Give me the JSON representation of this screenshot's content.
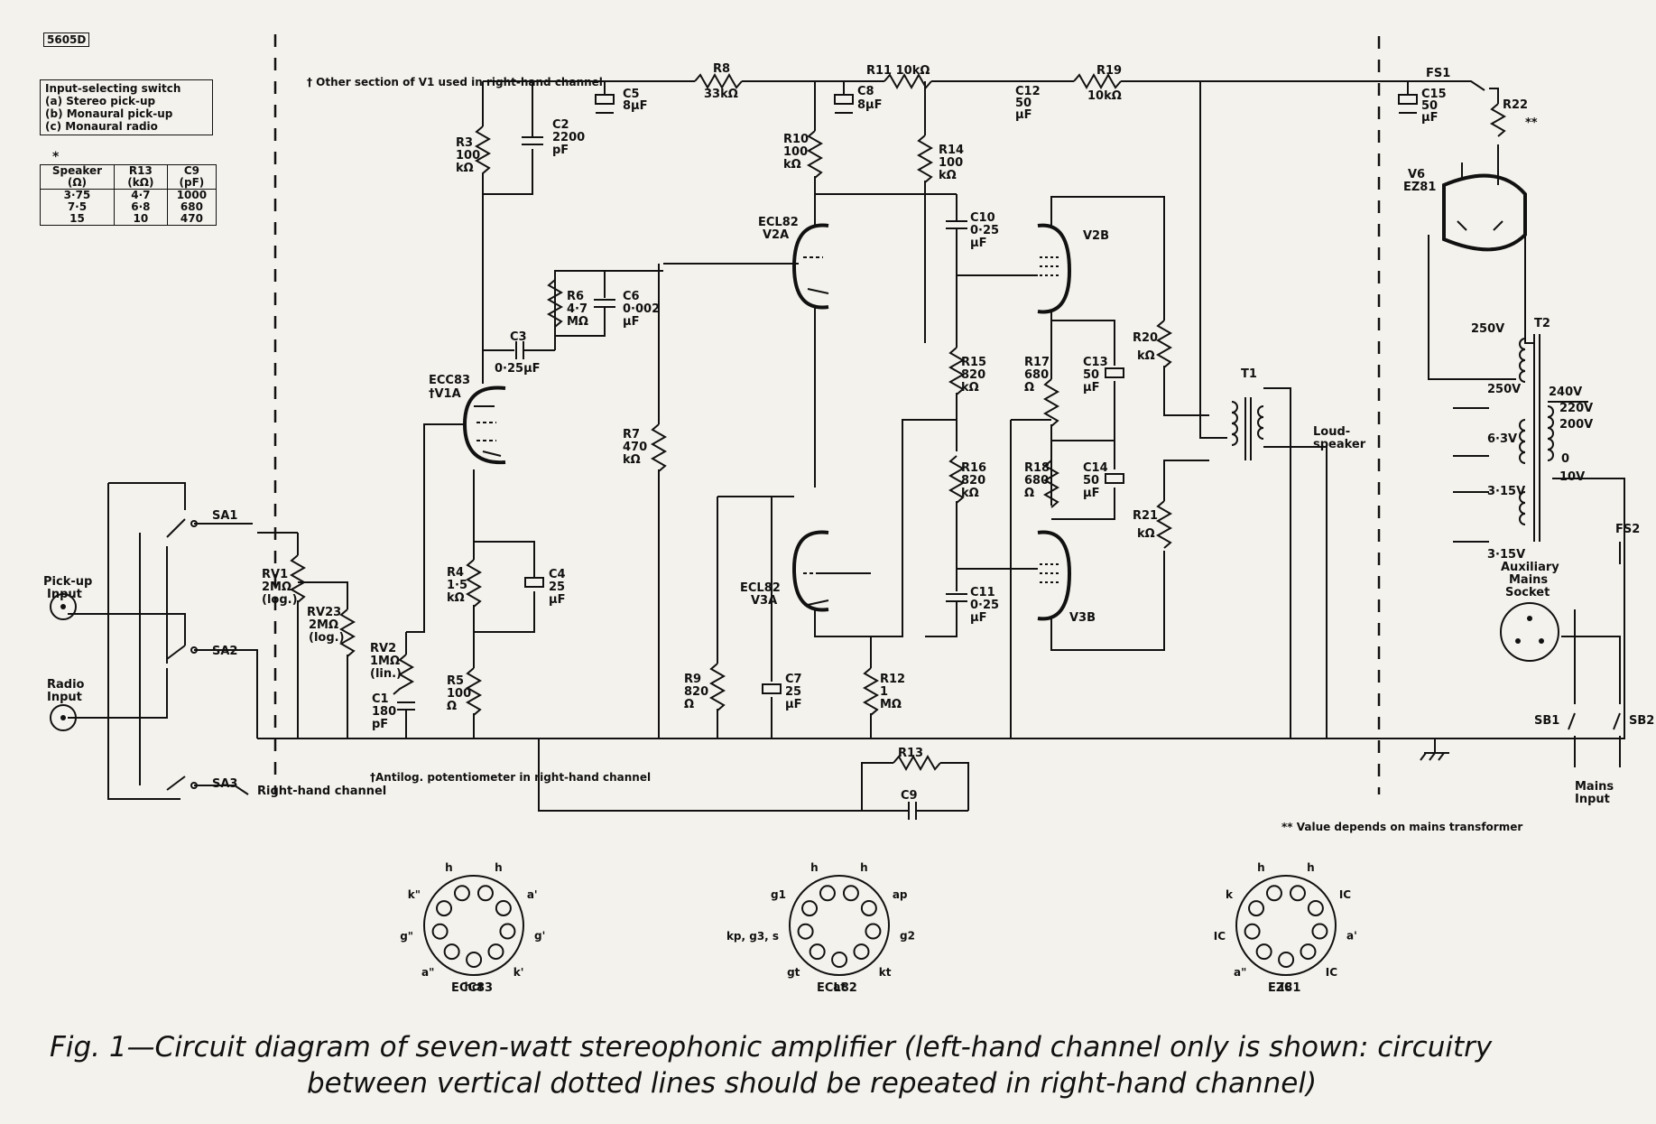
{
  "ref_code": "5605D",
  "input_switch_box": {
    "title": "Input-selecting switch",
    "lines": [
      "(a) Stereo pick-up",
      "(b) Monaural pick-up",
      "(c) Monaural radio"
    ]
  },
  "speaker_table": {
    "marker": "*",
    "headers": [
      "Speaker (Ω)",
      "R13 (kΩ)",
      "C9 (pF)"
    ],
    "rows": [
      [
        "3·75",
        "4·7",
        "1000"
      ],
      [
        "7·5",
        "6·8",
        "680"
      ],
      [
        "15",
        "10",
        "470"
      ]
    ]
  },
  "notes": {
    "other_section": "† Other section of V1 used in right-hand channel",
    "antilog": "†Antilog. potentiometer in right-hand channel",
    "value_depends": "** Value depends on mains transformer",
    "right_hand_channel": "Right-hand channel"
  },
  "components": {
    "R3": [
      "R3",
      "100",
      "kΩ"
    ],
    "C2": [
      "C2",
      "2200",
      "pF"
    ],
    "C5": [
      "C5",
      "8μF"
    ],
    "R8": [
      "R8",
      "33kΩ"
    ],
    "R11": "R11 10kΩ",
    "C8": [
      "C8",
      "8μF"
    ],
    "C12": [
      "C12",
      "50",
      "μF"
    ],
    "R19": [
      "R19",
      "10kΩ"
    ],
    "FS1": "FS1",
    "C15": [
      "C15",
      "50",
      "μF"
    ],
    "R22": [
      "R22",
      "**"
    ],
    "R10": [
      "R10",
      "100",
      "kΩ"
    ],
    "R14": [
      "R14",
      "100",
      "kΩ"
    ],
    "ECL82_V2A": [
      "ECL82",
      "V2A"
    ],
    "V2B": "V2B",
    "C10": [
      "C10",
      "0·25",
      "μF"
    ],
    "R6": [
      "R6",
      "4·7",
      "MΩ"
    ],
    "C6": [
      "C6",
      "0·002",
      "μF"
    ],
    "C3": [
      "C3",
      "0·25μF"
    ],
    "ECC83": [
      "ECC83",
      "†V1A"
    ],
    "R7": [
      "R7",
      "470",
      "kΩ"
    ],
    "R15": [
      "R15",
      "820",
      "kΩ"
    ],
    "R17": [
      "R17",
      "680",
      "Ω"
    ],
    "C13": [
      "C13",
      "50",
      "μF"
    ],
    "R20": [
      "R20",
      "kΩ"
    ],
    "T1": "T1",
    "loudspeaker": [
      "Loud-",
      "speaker"
    ],
    "R16": [
      "R16",
      "820",
      "kΩ"
    ],
    "R18": [
      "R18",
      "680",
      "Ω"
    ],
    "C14": [
      "C14",
      "50",
      "μF"
    ],
    "R21": [
      "R21",
      "kΩ"
    ],
    "R4": [
      "R4",
      "1·5",
      "kΩ"
    ],
    "C4": [
      "C4",
      "25",
      "μF"
    ],
    "ECL82_V3A": [
      "ECL82",
      "V3A"
    ],
    "C11": [
      "C11",
      "0·25",
      "μF"
    ],
    "V3B": "V3B",
    "R5": [
      "R5",
      "100",
      "Ω"
    ],
    "R9": [
      "R9",
      "820",
      "Ω"
    ],
    "C7": [
      "C7",
      "25",
      "μF"
    ],
    "R12": [
      "R12",
      "1",
      "MΩ"
    ],
    "R13": "R13",
    "C9": "C9",
    "RV1": [
      "RV1",
      "2MΩ",
      "(log.)"
    ],
    "RV23": [
      "RV23",
      "2MΩ",
      "(log.)"
    ],
    "RV2": [
      "RV2",
      "1MΩ",
      "(lin.)"
    ],
    "C1": [
      "C1",
      "180",
      "pF"
    ],
    "SA1": "SA1",
    "SA2": "SA2",
    "SA3": "SA3",
    "pickup_input": [
      "Pick-up",
      "Input"
    ],
    "radio_input": [
      "Radio",
      "Input"
    ],
    "V6": [
      "V6",
      "EZ81"
    ],
    "T2": "T2",
    "tap_250a": "250V",
    "tap_250b": "250V",
    "tap_63": "6·3V",
    "tap_315a": "3·15V",
    "tap_315b": "3·15V",
    "tap_240": "240V",
    "tap_220": "220V",
    "tap_200": "200V",
    "tap_0": "0",
    "tap_10": "10V",
    "aux_socket": [
      "Auxiliary",
      "Mains",
      "Socket"
    ],
    "FS2": "FS2",
    "SB1": "SB1",
    "SB2": "SB2",
    "mains_input": [
      "Mains",
      "Input"
    ]
  },
  "base_diagrams": [
    {
      "name": "ECC83",
      "pins": [
        "h",
        "h",
        "a'",
        "g'",
        "k'",
        "hct",
        "a\"",
        "g\"",
        "k\""
      ]
    },
    {
      "name": "ECL82",
      "pins": [
        "h",
        "h",
        "ap",
        "g2",
        "kt",
        "at",
        "gt",
        "kp, g3, s",
        "g1"
      ]
    },
    {
      "name": "EZ81",
      "pins": [
        "h",
        "h",
        "IC",
        "a'",
        "IC",
        "IC",
        "a\"",
        "IC",
        "k"
      ]
    }
  ],
  "caption": [
    "Fig. 1—Circuit diagram of seven-watt stereophonic amplifier (left-hand channel only is shown: circuitry",
    "between vertical dotted lines should be repeated in right-hand channel)"
  ]
}
